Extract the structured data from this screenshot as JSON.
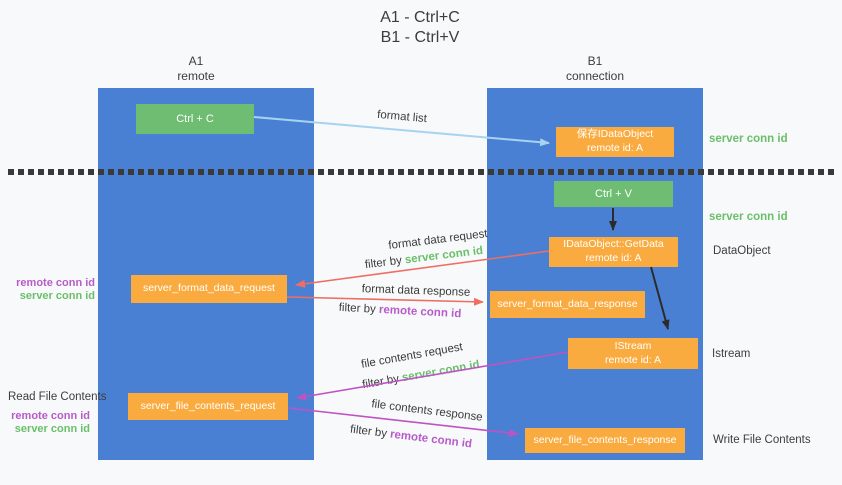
{
  "title": {
    "line1": "A1 - Ctrl+C",
    "line2": "B1 - Ctrl+V"
  },
  "lanes": {
    "a1": {
      "title": "A1",
      "subtitle": "remote"
    },
    "b1": {
      "title": "B1",
      "subtitle": "connection"
    }
  },
  "nodes": {
    "ctrl_c": {
      "label": "Ctrl + C"
    },
    "ctrl_v": {
      "label": "Ctrl + V"
    },
    "save_dataobject": {
      "line1": "保存IDataObject",
      "line2": "remote id: A"
    },
    "getdata": {
      "line1": "IDataObject::GetData",
      "line2": "remote id: A"
    },
    "istream": {
      "line1": "IStream",
      "line2": "remote id: A"
    },
    "format_request": {
      "label": "server_format_data_request"
    },
    "format_response": {
      "label": "server_format_data_response"
    },
    "file_request": {
      "label": "server_file_contents_request"
    },
    "file_response": {
      "label": "server_file_contents_response"
    }
  },
  "arrows": {
    "format_list": {
      "label": "format list"
    },
    "format_request": {
      "label": "format data request",
      "filter_prefix": "filter by ",
      "filter_key": "server conn id"
    },
    "format_response": {
      "label": "format data response",
      "filter_prefix": "filter by ",
      "filter_key": "remote conn id"
    },
    "file_request": {
      "label": "file contents request",
      "filter_prefix": "filter by ",
      "filter_key": "server conn id"
    },
    "file_response": {
      "label": "file contents response",
      "filter_prefix": "filter by ",
      "filter_key": "remote conn id"
    }
  },
  "side_labels": {
    "server_conn_id_top": "server conn id",
    "server_conn_id_mid": "server conn id",
    "dataobject": "DataObject",
    "istream": "Istream",
    "write_file_contents": "Write File Contents",
    "read_file_contents": "Read File Contents",
    "format_remote_conn_id": "remote conn id",
    "format_server_conn_id": "server conn id",
    "file_remote_conn_id": "remote conn id",
    "file_server_conn_id": "server conn id"
  },
  "colors": {
    "lane_blue": "#4a80d4",
    "box_green": "#6ebd73",
    "box_orange": "#f9ab40",
    "arrow_light_blue": "#a8d3f0",
    "arrow_red": "#ee6e63",
    "arrow_magenta": "#bd53c4",
    "arrow_black": "#2b2b2b",
    "label_green": "#6abf6a",
    "label_purple": "#b75bc9",
    "text_dark": "#3d3d3d"
  }
}
